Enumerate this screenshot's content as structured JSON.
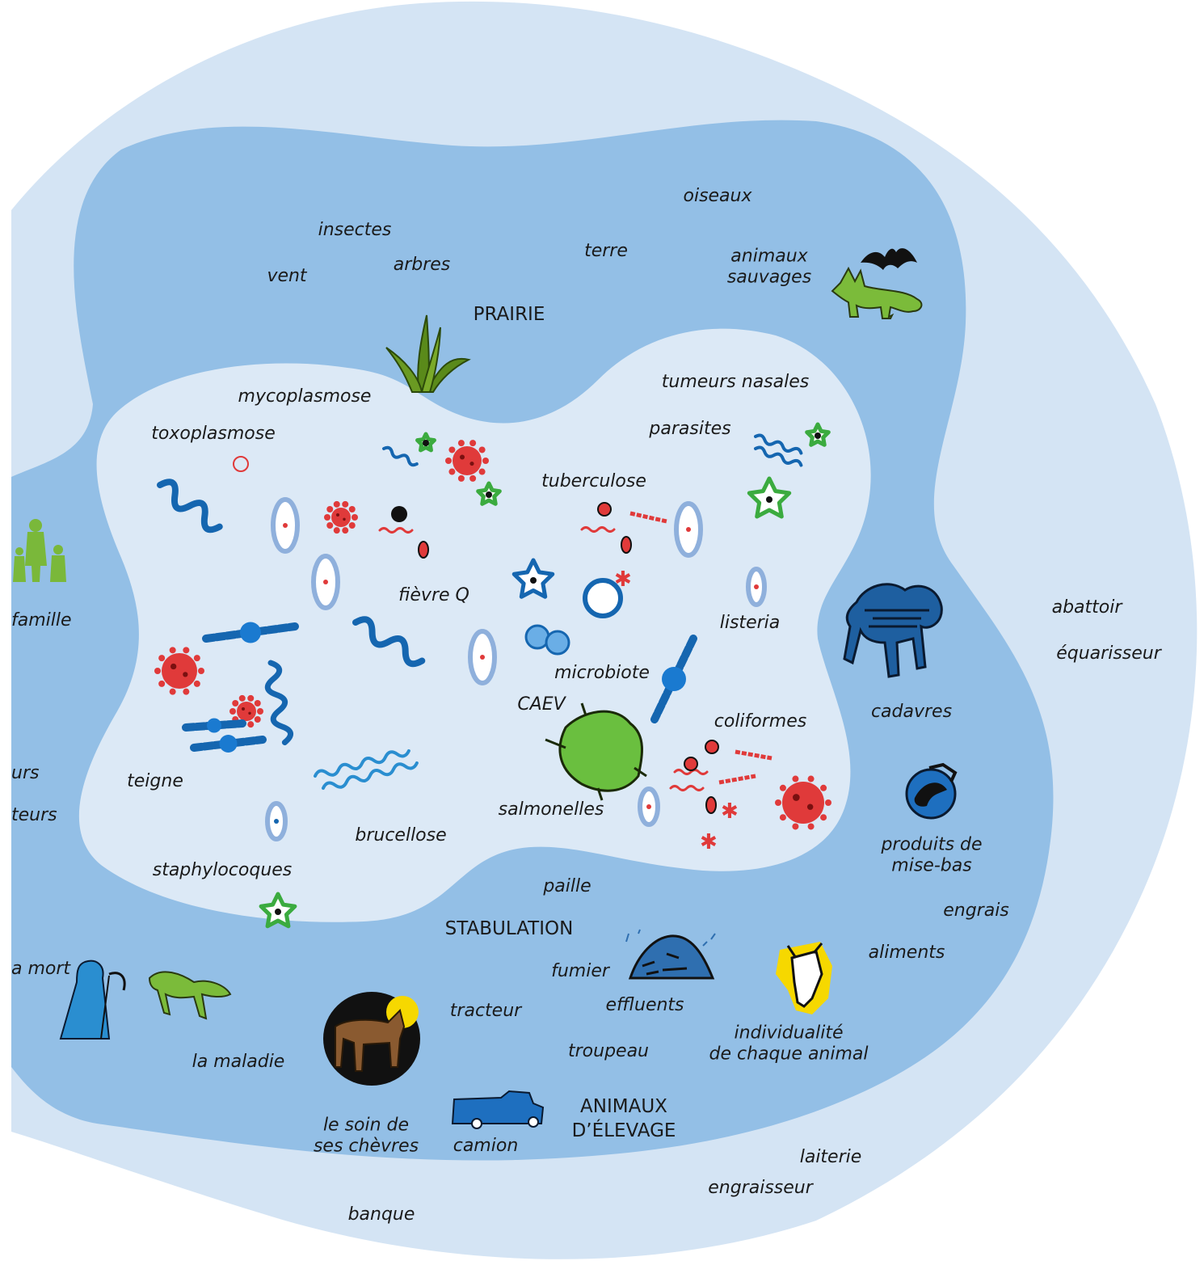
{
  "zones": {
    "prairie": "PRAIRIE",
    "stabulation": "STABULATION",
    "animaux_elevage": [
      "ANIMAUX",
      "D’ÉLEVAGE"
    ]
  },
  "inner_pathogens": {
    "mycoplasmose": "mycoplasmose",
    "toxoplasmose": "toxoplasmose",
    "tumeurs_nasales": "tumeurs nasales",
    "parasites": "parasites",
    "tuberculose": "tuberculose",
    "fievre_q": "fièvre Q",
    "listeria": "listeria",
    "microbiote": "microbiote",
    "caev": "CAEV",
    "coliformes": "coliformes",
    "teigne": "teigne",
    "salmonelles": "salmonelles",
    "brucellose": "brucellose",
    "staphylocoques": "staphylocoques"
  },
  "middle_ring": {
    "oiseaux": "oiseaux",
    "insectes": "insectes",
    "terre": "terre",
    "animaux_sauvages": [
      "animaux",
      "sauvages"
    ],
    "arbres": "arbres",
    "vent": "vent",
    "famille": "famille",
    "cadavres": "cadavres",
    "produits_de_mise_bas": [
      "produits de",
      "mise-bas"
    ],
    "engrais": "engrais",
    "aliments": "aliments",
    "paille": "paille",
    "fumier": "fumier",
    "effluents": "effluents",
    "tracteur": "tracteur",
    "individualite": [
      "individualité",
      "de chaque animal"
    ],
    "troupeau": "troupeau",
    "la_maladie": "la maladie",
    "la_mort": "a mort",
    "soin_chevres": [
      "le soin de",
      "ses chèvres"
    ],
    "camion": "camion",
    "partial_urs": "urs",
    "partial_teurs": "teurs"
  },
  "outer_ring": {
    "abattoir": "abattoir",
    "equarisseur": "équarisseur",
    "laiterie": "laiterie",
    "engraisseur": "engraisseur",
    "banque": "banque"
  },
  "colors": {
    "outer": "#d4e4f4",
    "middle": "#93bfe6",
    "inner": "#dce9f6",
    "pathogen_blue": "#1566b0",
    "pathogen_red": "#e03a3a",
    "pathogen_green": "#3bab3f",
    "icon_green": "#6abf3f"
  },
  "icons": [
    "grass-icon",
    "bat-icon",
    "fox-icon",
    "family-icon",
    "goat-skeleton-icon",
    "placenta-icon",
    "goat-head-icon",
    "manure-pile-icon",
    "death-figure-icon",
    "sick-goat-icon",
    "goat-care-icon",
    "truck-icon"
  ]
}
